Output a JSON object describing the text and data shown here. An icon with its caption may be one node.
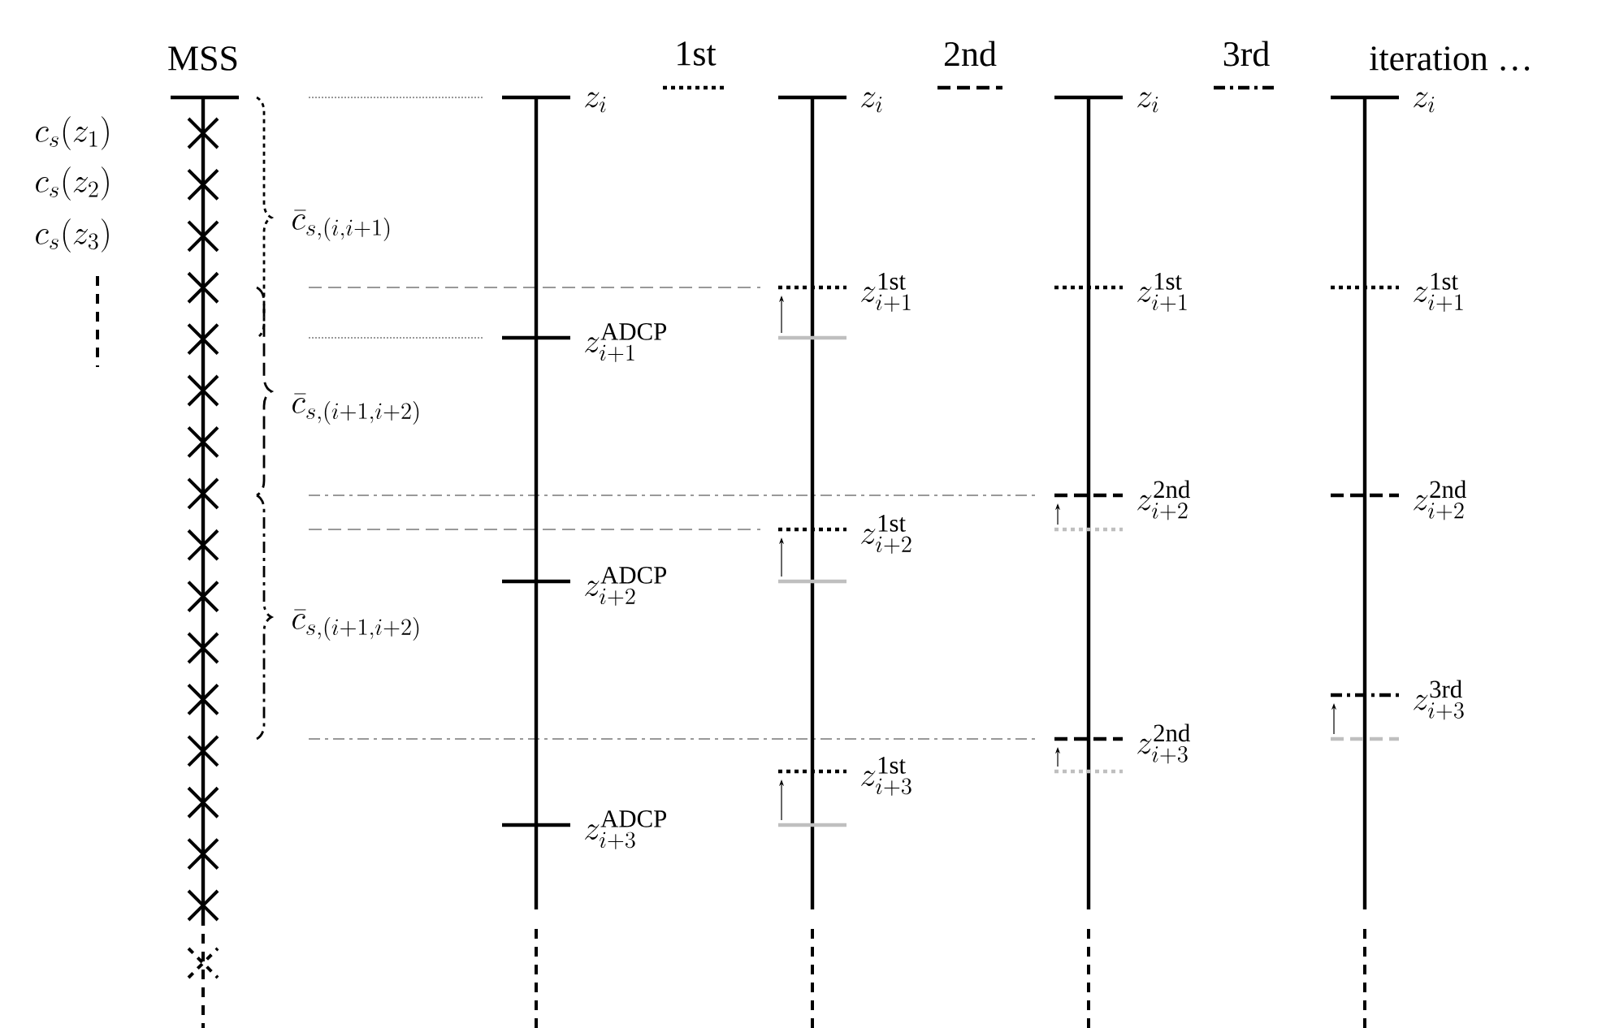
{
  "diagram": {
    "labels": [
      "MSS",
      "iteration …",
      "c_s\\big(z_1\\big)",
      "c_s\\big(z_2\\big)",
      "c_s\\big(z_3\\big)",
      "\\bar{c}_{s,(i,i+1)}",
      "\\bar{c}_{s,(i+1,i+2)}",
      "\\bar{c}_{s,(i+1,i+2)}",
      "z_i",
      "z_{i+1}^{\\mathrm{ADCP}}",
      "z_{i+2}^{\\mathrm{ADCP}}",
      "z_{i+3}^{\\mathrm{ADCP}}",
      "z_i",
      "z_{i+1}^{\\mathrm{1st}}",
      "z_{i+2}^{\\mathrm{1st}}",
      "z_{i+3}^{\\mathrm{1st}}",
      "z_i",
      "z_{i+1}^{\\mathrm{1st}}",
      "z_{i+2}^{\\mathrm{2nd}}",
      "z_{i+3}^{\\mathrm{2nd}}",
      "z_i",
      "z_{i+1}^{\\mathrm{1st}}",
      "z_{i+2}^{\\mathrm{2nd}}",
      "z_{i+3}^{\\mathrm{3rd}}"
    ],
    "legend": [
      {
        "text": "1st"
      },
      {
        "text": "2nd"
      },
      {
        "text": "3rd"
      }
    ]
  }
}
